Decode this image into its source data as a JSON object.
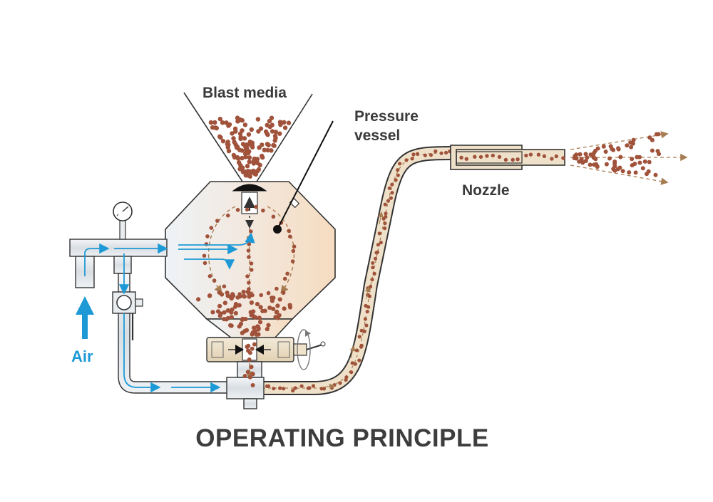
{
  "labels": {
    "blast_media": "Blast media",
    "pressure_vessel_line1": "Pressure",
    "pressure_vessel_line2": "vessel",
    "nozzle": "Nozzle",
    "air": "Air"
  },
  "title": "OPERATING PRINCIPLE",
  "colors": {
    "air_flow": "#1d9ad6",
    "media_particles": "#a0523a",
    "media_flow_arrows": "#a67c52",
    "vessel_fill_left": "#eef3f7",
    "vessel_fill_right": "#f6dcc0",
    "hose_fill": "#efe1c9",
    "outline": "#333333",
    "text": "#3a3a3a"
  },
  "icons": [
    "pressure-gauge-icon",
    "ball-valve-icon",
    "metering-valve-icon",
    "rotation-arrow-icon",
    "air-arrow-icon"
  ]
}
